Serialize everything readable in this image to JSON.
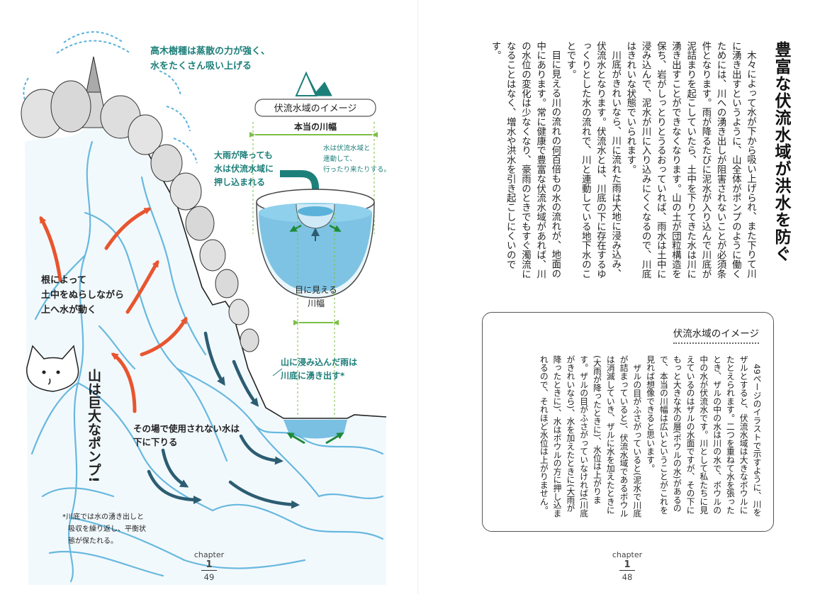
{
  "left_page": {
    "labels": {
      "tall_trees": [
        "高木樹種は蒸散の力が強く、",
        "水をたくさん吸い上げる"
      ],
      "image_title": "伏流水域のイメージ",
      "true_width": "本当の川幅",
      "heavy_rain": [
        "大雨が降っても",
        "水は伏流水域に",
        "押し込まれる"
      ],
      "linked": [
        "水は伏流水域と",
        "連動して、",
        "行ったり来たりする。"
      ],
      "visible_width": [
        "目に見える",
        "川幅"
      ],
      "roots": [
        "根によって",
        "土中をぬらしながら",
        "上へ水が動く"
      ],
      "mountain_pump": "山は巨大なポンプ!",
      "seep": [
        "山に浸み込んだ雨は",
        "川底に湧き出す*"
      ],
      "unused_water": [
        "その場で使用されない水は",
        "下に下りる"
      ],
      "footnote": [
        "*川底では水の湧き出しと",
        "吸収を繰り返し、平衡状",
        "態が保たれる。"
      ]
    },
    "page_number": {
      "chapter": "chapter",
      "chapter_num": "1",
      "page": "49"
    }
  },
  "right_page": {
    "title": "豊富な伏流水域が洪水を防ぐ",
    "paragraphs": [
      "木々によって水が下から吸い上げられ、また下りて川に湧き出すというように、山全体がポンプのように働くためには、川への湧き出しが阻害されないことが必須条件となります。雨が降るたびに泥水が入り込んで川底が泥詰まりを起こしていたら、土中を下りてきた水は川に湧き出すことができなくなります。山の土が団粒構造を保ち、岩がしっとりとうるおっていれば、雨水は土中に浸み込んで、泥水が川に入り込みにくくなるので、川底はきれいな状態でいられます。",
      "川底がきれいなら、川に流れた雨は大地に浸み込み、伏流水となります。伏流水とは、川底の下に存在するゆっくりとした水の流れで、川と連動している地下水のことです。",
      "目に見える川の流れの何百倍もの水の流れが、地面の中にあります。常に健康で豊富な伏流水域があれば、川の水位の変化は少なくなり、豪雨のときでもすぐ濁流になることはなく、増水や洪水を引き起こしにくいのです。"
    ],
    "box": {
      "heading": "伏流水域のイメージ",
      "paragraphs": [
        "49ページのイラストで示すように、川をザルとすると、伏流水域は大きなボウルにたとえられます。二つを重ねて水を張ったとき、ザルの中の水は川の水で、ボウルの中の水が伏流水です。川として私たちに見えているのはザルの水面ですが、その下にもっと大きな水の層(ボウルの水)があるので、本当の川幅は広いということがこれを見れば想像できると思います。",
        "ザルの目がふさがっていると(泥水で川底が詰まっていると)、伏流水域であるボウルは消滅していき、ザルに水を加えたときに(大雨が降ったときに)、水位は上がります。ザルの目がふさがっていなければ(川底がきれいなら)、水を加えたときに(大雨が降ったときに)、水はボウルの方に押し込まれるので、それほど水位は上がりません。"
      ]
    },
    "page_number": {
      "chapter": "chapter",
      "chapter_num": "1",
      "page": "48"
    }
  },
  "colors": {
    "teal": "#1d7f7a",
    "water": "#5ab2db",
    "arrow_orange": "#e8552e",
    "arrow_dark": "#2c5d72",
    "arrow_green": "#1d8a3a",
    "guide_green": "#7bbf44"
  }
}
